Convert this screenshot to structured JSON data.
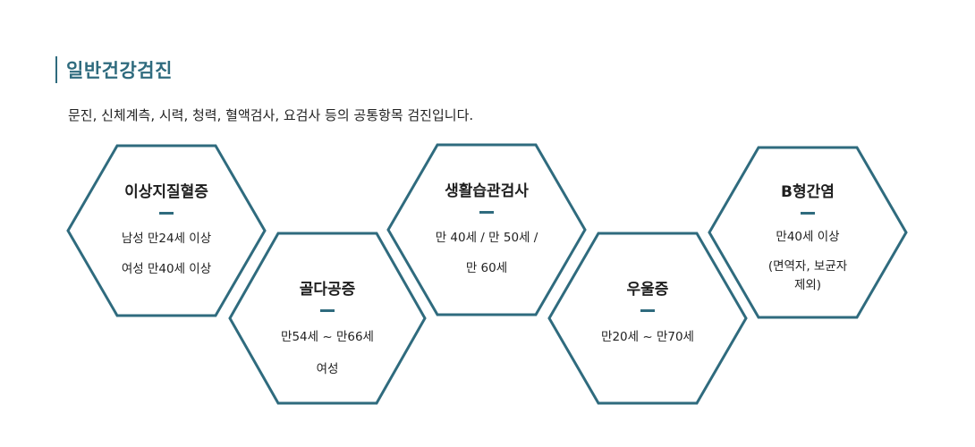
{
  "section": {
    "title": "일반건강검진",
    "description": "문진, 신체계측, 시력, 청력, 혈액검사, 요검사 등의 공통항목 검진입니다."
  },
  "accent_color": "#2f6b7e",
  "items": [
    {
      "title": "이상지질혈증",
      "lines": [
        "남성 만24세 이상",
        "여성 만40세 이상"
      ]
    },
    {
      "title": "골다공증",
      "lines": [
        "만54세 ~ 만66세",
        "여성"
      ]
    },
    {
      "title": "생활습관검사",
      "lines": [
        "만 40세 / 만 50세 /",
        "만 60세"
      ]
    },
    {
      "title": "우울증",
      "lines": [
        "만20세 ~ 만70세"
      ]
    },
    {
      "title": "B형간염",
      "lines": [
        "만40세 이상",
        "(면역자, 보균자",
        "제외)"
      ]
    }
  ]
}
